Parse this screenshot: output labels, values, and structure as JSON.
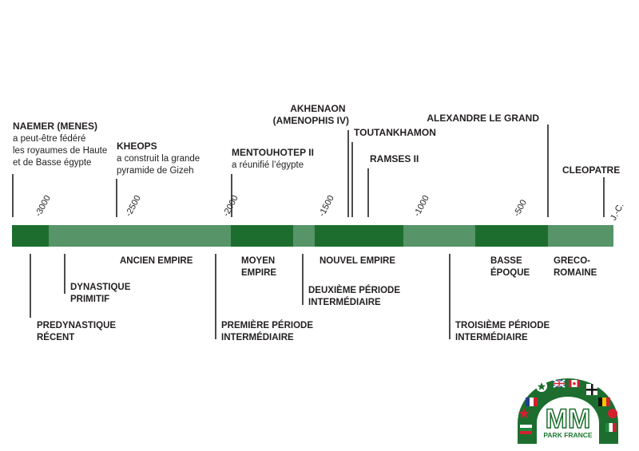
{
  "timeline": {
    "ticks": [
      "-3000",
      "-2500",
      "-2000",
      "-1500",
      "-1000",
      "-500",
      "J.-C."
    ],
    "events": [
      {
        "title": "NAEMER (MENES)",
        "lines": [
          "a peut-être fédéré",
          "les royaumes de Haute",
          "et de Basse égypte"
        ]
      },
      {
        "title": "KHEOPS",
        "lines": [
          "a construit la grande",
          "pyramide de Gizeh"
        ]
      },
      {
        "title": "MENTOUHOTEP II",
        "lines": [
          "a réunifié l’égypte"
        ]
      },
      {
        "title": "AKHENAON",
        "lines": [
          "(AMENOPHIS IV)"
        ]
      },
      {
        "title": "TOUTANKHAMON",
        "lines": []
      },
      {
        "title": "RAMSES II",
        "lines": []
      },
      {
        "title": "ALEXANDRE LE GRAND",
        "lines": []
      },
      {
        "title": "CLEOPATRE",
        "lines": []
      }
    ],
    "periods": [
      {
        "lines": [
          "PREDYNASTIQUE",
          "RÉCENT"
        ]
      },
      {
        "lines": [
          "DYNASTIQUE",
          "PRIMITIF"
        ]
      },
      {
        "lines": [
          "ANCIEN EMPIRE"
        ]
      },
      {
        "lines": [
          "PREMIÈRE PÉRIODE",
          "INTERMÉDIAIRE"
        ]
      },
      {
        "lines": [
          "MOYEN",
          "EMPIRE"
        ]
      },
      {
        "lines": [
          "DEUXIÈME PÉRIODE",
          "INTERMÉDIAIRE"
        ]
      },
      {
        "lines": [
          "NOUVEL EMPIRE"
        ]
      },
      {
        "lines": [
          "TROISIÈME PÉRIODE",
          "INTERMÉDIAIRE"
        ]
      },
      {
        "lines": [
          "BASSE",
          "ÉPOQUE"
        ]
      },
      {
        "lines": [
          "GRECO-",
          "ROMAINE"
        ]
      }
    ]
  },
  "colors": {
    "dark_green": "#1d6e2e",
    "light_green": "#579468",
    "text": "#231f20"
  },
  "logo": {
    "brand": "PARK FRANCE",
    "monogram": "MM"
  }
}
